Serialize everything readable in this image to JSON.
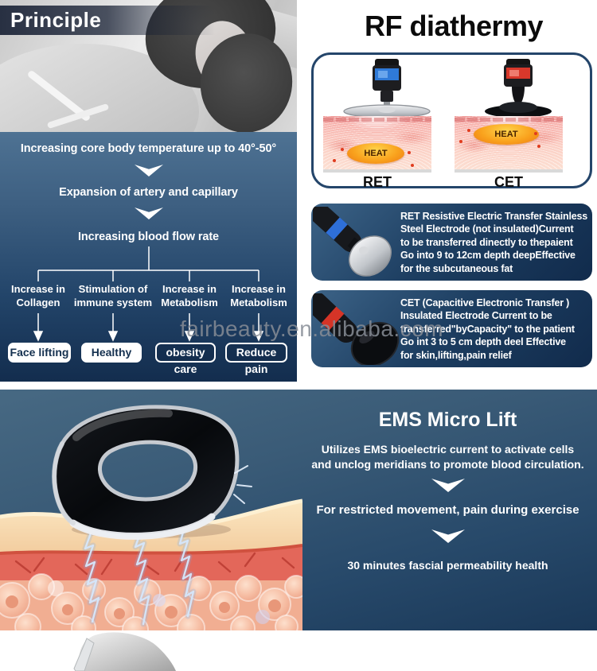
{
  "watermark": "fairbeauty.en.alibaba.com",
  "principle": {
    "label": "Principle",
    "steps": [
      "Increasing core body temperature up to 40°-50°",
      "Expansion of artery and capillary",
      "Increasing blood flow rate"
    ],
    "branches": [
      {
        "label": "Increase in Collagen",
        "result": "Face lifting"
      },
      {
        "label": "Stimulation of immune system",
        "result": "Healthy"
      },
      {
        "label": "Increase in Metabolism",
        "result": "obesity care"
      },
      {
        "label": "Increase in Metabolism",
        "result": "Reduce pain"
      }
    ]
  },
  "rf": {
    "title": "RF diathermy",
    "heat_label": "HEAT",
    "ret_label": "RET",
    "cet_label": "CET",
    "ret_box_lines": [
      "RET Resistive Electric Transfer Stainless",
      "Steel Electrode (not insulated)Current",
      "to be transferred dinectly to thepaient",
      "Go into 9 to 12cm depth deepEffective",
      "for the subcutaneous fat"
    ],
    "cet_box_lines": [
      "CET (Capacitive Electronic Transfer )",
      "Insulated Electrode Current to be",
      "transferred\"byCapacity\" to the patient",
      "Go int 3 to 5 cm depth deel Effective",
      "for skin,lifting,pain relief"
    ]
  },
  "ems": {
    "title": "EMS Micro Lift",
    "step1_line1": "Utilizes EMS bioelectric current to activate cells",
    "step1_line2": "and unclog meridians to promote blood circulation.",
    "step2": "For restricted movement, pain during exercise",
    "step3": "30 minutes fascial permeability health"
  },
  "colors": {
    "panel_top": "#4e7293",
    "panel_bottom": "#132d4e",
    "accent_navy": "#24456a",
    "heat_orange": "#f79b17"
  }
}
